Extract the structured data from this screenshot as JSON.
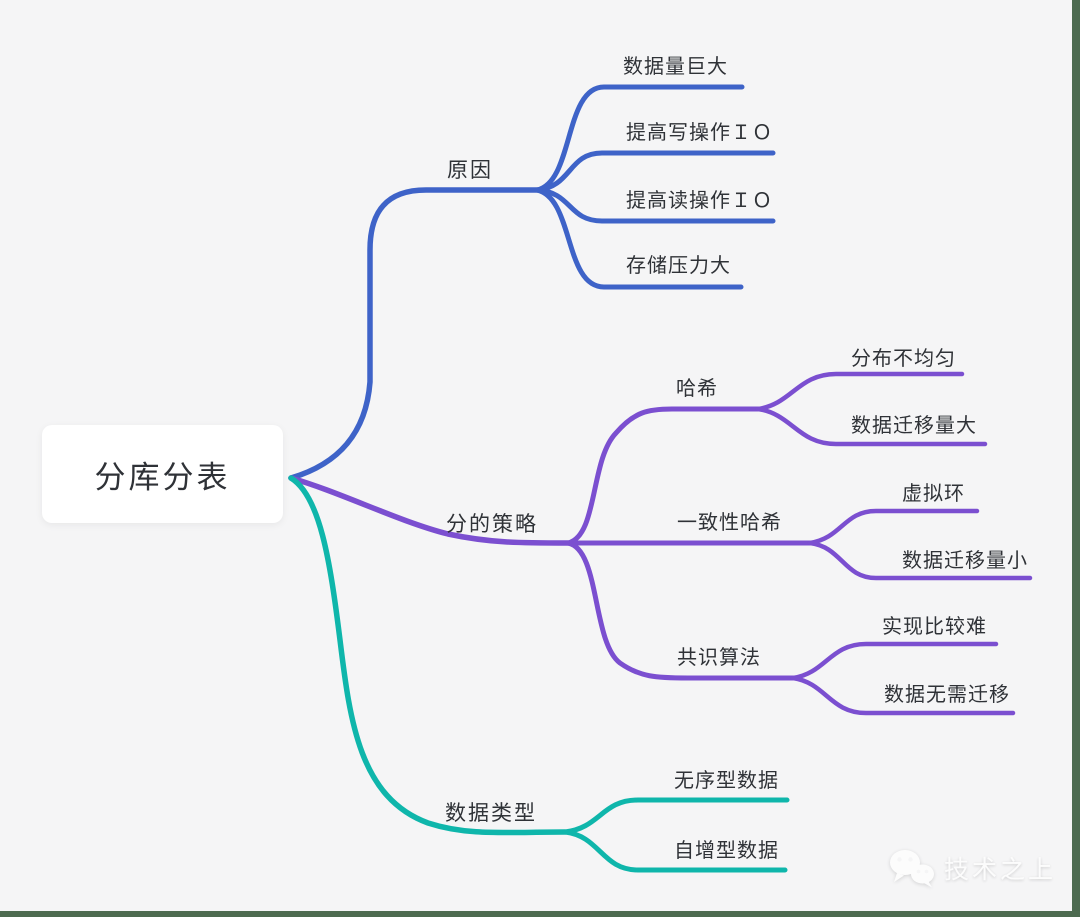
{
  "page": {
    "background_color": "#f5f5f6",
    "edge_border_color": "#4d6b50",
    "text_color": "#2f3237"
  },
  "mindmap": {
    "root": {
      "label": "分库分表"
    },
    "branches": [
      {
        "label": "原因",
        "color": "#3e63c8",
        "children": [
          {
            "label": "数据量巨大"
          },
          {
            "label": "提高写操作ＩＯ"
          },
          {
            "label": "提高读操作ＩＯ"
          },
          {
            "label": "存储压力大"
          }
        ]
      },
      {
        "label": "分的策略",
        "color": "#7b4fd0",
        "children": [
          {
            "label": "哈希",
            "children": [
              {
                "label": "分布不均匀"
              },
              {
                "label": "数据迁移量大"
              }
            ]
          },
          {
            "label": "一致性哈希",
            "children": [
              {
                "label": "虚拟环"
              },
              {
                "label": "数据迁移量小"
              }
            ]
          },
          {
            "label": "共识算法",
            "children": [
              {
                "label": "实现比较难"
              },
              {
                "label": "数据无需迁移"
              }
            ]
          }
        ]
      },
      {
        "label": "数据类型",
        "color": "#0fb6ab",
        "children": [
          {
            "label": "无序型数据"
          },
          {
            "label": "自增型数据"
          }
        ]
      }
    ]
  },
  "watermark": {
    "label": "技术之上",
    "icon": "wechat-icon",
    "color": "#fdfdfd"
  }
}
